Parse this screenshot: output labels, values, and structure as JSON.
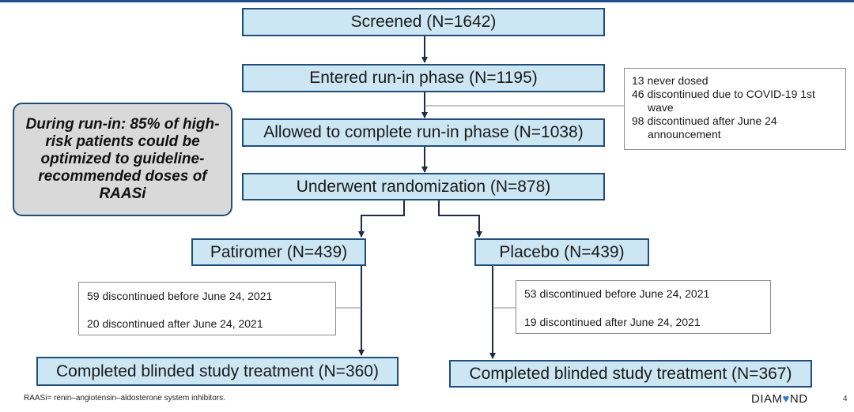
{
  "flow": {
    "screened": "Screened (N=1642)",
    "runin": "Entered run-in phase (N=1195)",
    "allowed": "Allowed to complete run-in phase (N=1038)",
    "randomized": "Underwent randomization (N=878)",
    "patiromer": "Patiromer (N=439)",
    "placebo": "Placebo (N=439)",
    "completed_patiromer": "Completed blinded study treatment (N=360)",
    "completed_placebo": "Completed blinded study treatment (N=367)"
  },
  "exclusions_runin": {
    "lines": [
      "13 never dosed",
      "46 discontinued due to COVID-19 1st",
      "wave",
      "98 discontinued after June 24",
      "announcement"
    ]
  },
  "discontinued_patiromer": {
    "before": "59 discontinued before June 24, 2021",
    "after": "20 discontinued after June 24, 2021"
  },
  "discontinued_placebo": {
    "before": "53 discontinued before June 24, 2021",
    "after": "19 discontinued after June 24, 2021"
  },
  "callout": "During run-in: 85% of high-risk patients could be optimized to guideline-recommended doses of RAASi",
  "footnote": "RAASi= renin–angiotensin–aldosterone system inhibitors.",
  "brand": {
    "pre": "DIAM",
    "mark": "♥",
    "post": "ND"
  },
  "page_number": "4",
  "colors": {
    "box_fill": "#cde6f3",
    "box_border": "#1f4e79",
    "arrow": "#1f2a44",
    "callout_fill": "#d9d9d9"
  }
}
